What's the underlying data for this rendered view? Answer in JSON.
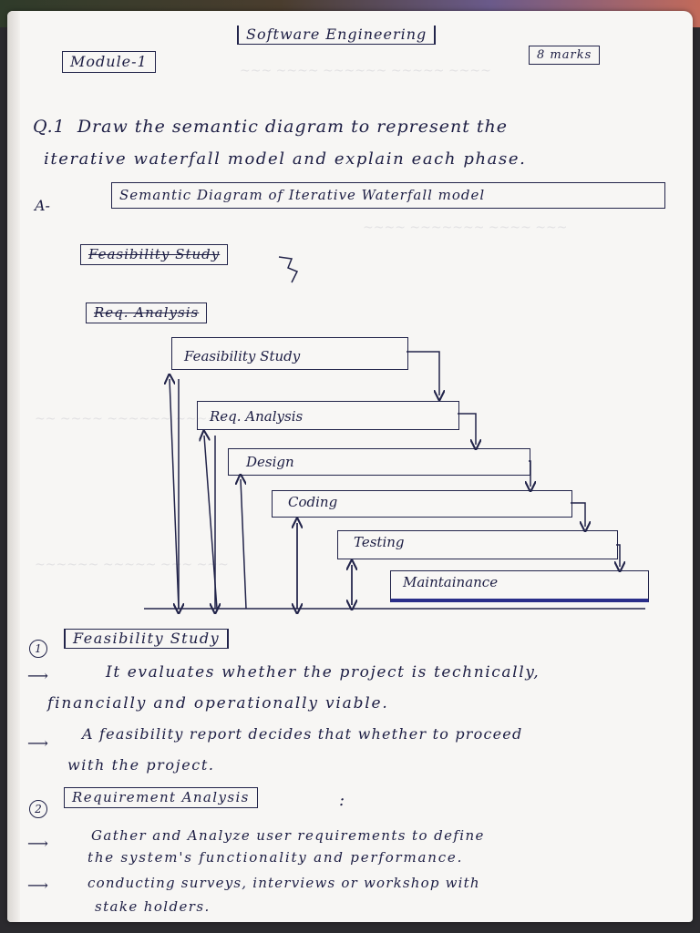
{
  "header": {
    "module": "Module-1",
    "subject": "Software Engineering",
    "marks": "8 marks"
  },
  "question": {
    "number": "Q.1",
    "line1": "Draw the semantic diagram to represent the",
    "line2": "iterative waterfall model and explain each phase."
  },
  "answer": {
    "marker": "A-",
    "diagram_title": "Semantic Diagram of Iterative Waterfall model",
    "struck_items": [
      "Feasibility Study",
      "Req. Analysis"
    ]
  },
  "diagram": {
    "phases": [
      {
        "label": "Feasibility Study"
      },
      {
        "label": "Req. Analysis"
      },
      {
        "label": "Design"
      },
      {
        "label": "Coding"
      },
      {
        "label": "Testing"
      },
      {
        "label": "Maintainance"
      }
    ]
  },
  "sections": [
    {
      "num": "1",
      "heading": "Feasibility Study",
      "points": [
        {
          "lines": [
            "It evaluates whether the project is technically,",
            "financially and operationally viable."
          ]
        },
        {
          "lines": [
            "A feasibility report decides that whether to proceed",
            "with the project."
          ]
        }
      ]
    },
    {
      "num": "2",
      "heading": "Requirement Analysis",
      "suffix": ":",
      "points": [
        {
          "lines": [
            "Gather and Analyze user requirements to define",
            "the system's functionality and performance."
          ]
        },
        {
          "lines": [
            "conducting surveys, interviews or workshop with",
            "stake holders."
          ]
        }
      ]
    }
  ],
  "colors": {
    "ink": "#1d1e44",
    "paper": "#f7f6f4"
  }
}
